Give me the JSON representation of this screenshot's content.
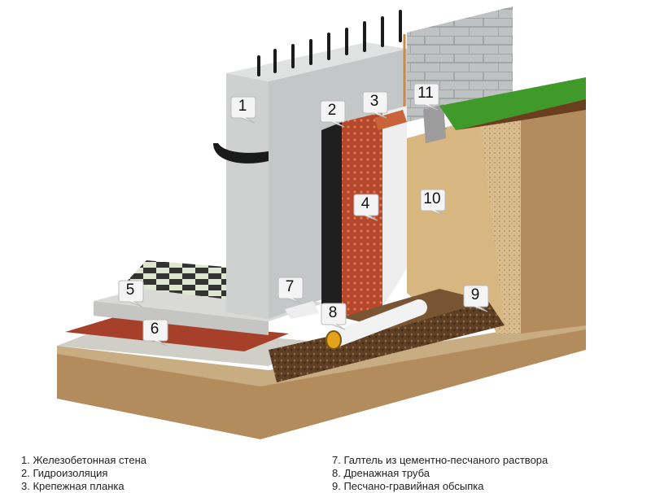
{
  "callouts": [
    "1",
    "2",
    "3",
    "4",
    "5",
    "6",
    "7",
    "8",
    "9",
    "10",
    "11"
  ],
  "legend_left": [
    "1. Железобетонная стена",
    "2. Гидроизоляция",
    "3. Крепежная планка"
  ],
  "legend_right": [
    "7. Галтель из цементно-песчаного раствора",
    "8. Дренажная труба",
    "9. Песчано-гравийная обсыпка"
  ],
  "colors": {
    "concrete": "#cfd1d1",
    "bitumen": "#1f1f1f",
    "membrane": "#b5492e",
    "sand": "#d9b98a",
    "soil": "#b08a5c",
    "gravel": "#6b4a2e",
    "grass": "#3f9a2a"
  },
  "icons": [
    "callout-bubble-icon"
  ]
}
